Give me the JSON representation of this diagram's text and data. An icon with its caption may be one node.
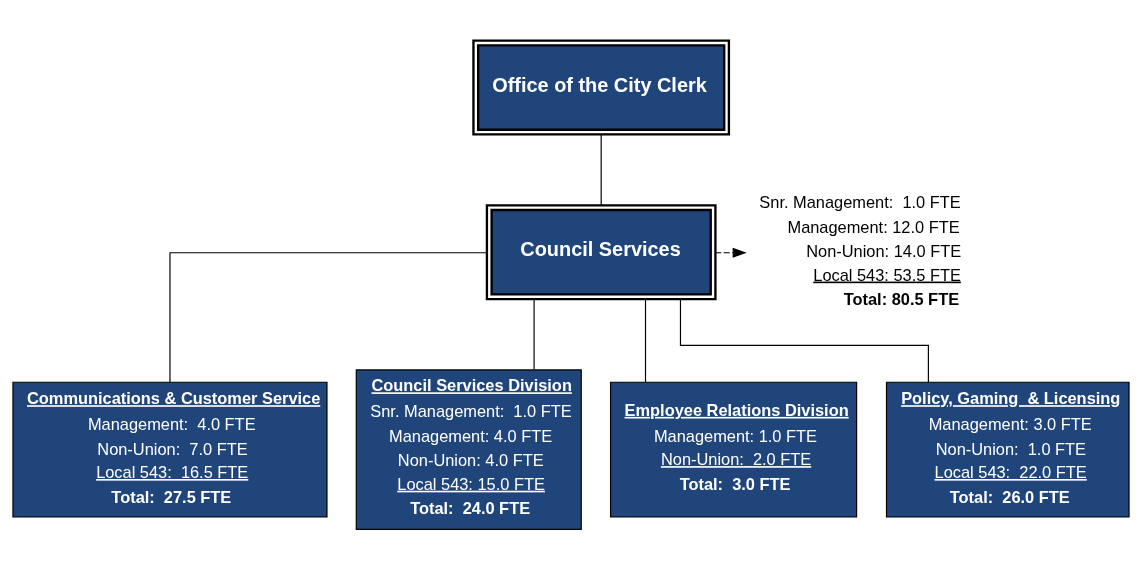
{
  "diagram": {
    "nodes": [
      {
        "text": [
          "Office of the City Clerk"
        ]
      },
      {
        "text": [
          "Council Services"
        ]
      },
      {
        "text": [
          "Snr. Management:  1.0 FTE",
          "Management: 12.0 FTE",
          "Non-Union: 14.0 FTE",
          "Local 543: 53.5 FTE",
          "Total: 80.5 FTE"
        ]
      },
      {
        "text": [
          "Communications & Customer Service",
          "Management:  4.0 FTE",
          "Non-Union:  7.0 FTE",
          "Local 543:  16.5 FTE",
          "Total:  27.5 FTE"
        ]
      },
      {
        "text": [
          "Council Services Division",
          "Snr. Management:  1.0 FTE",
          "Management: 4.0 FTE",
          "Non-Union: 4.0 FTE",
          "Local 543: 15.0 FTE",
          "Total:  24.0 FTE"
        ]
      },
      {
        "text": [
          "Employee Relations Division",
          "Management: 1.0 FTE",
          "Non-Union:  2.0 FTE",
          "Total:  3.0 FTE"
        ]
      },
      {
        "text": [
          "Policy, Gaming  & Licensing",
          "Management: 3.0 FTE",
          "Non-Union:  1.0 FTE",
          "Local 543:  22.0 FTE",
          "Total:  26.0 FTE"
        ]
      }
    ],
    "edges": [
      {
        "from": 0,
        "to": 1,
        "arrow": "none"
      },
      {
        "from": 1,
        "to": 2,
        "arrow": "to",
        "style": "dashed"
      },
      {
        "from": 1,
        "to": 3,
        "arrow": "none"
      },
      {
        "from": 1,
        "to": 4,
        "arrow": "none"
      },
      {
        "from": 1,
        "to": 5,
        "arrow": "none"
      },
      {
        "from": 1,
        "to": 6,
        "arrow": "none"
      }
    ]
  }
}
